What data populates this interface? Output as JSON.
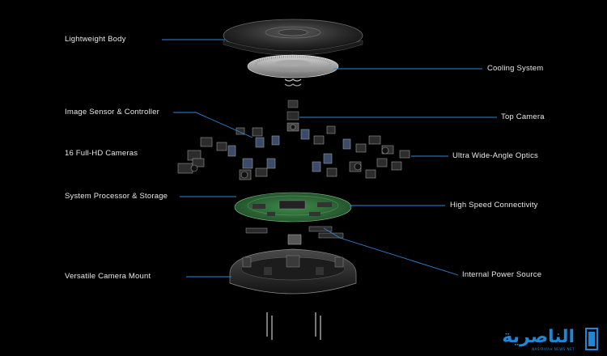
{
  "labels": {
    "left": [
      "Lightweight Body",
      "Image Sensor & Controller",
      "16 Full-HD Cameras",
      "System Processor & Storage",
      "Versatile Camera Mount"
    ],
    "right": [
      "Cooling System",
      "Top Camera",
      "Ultra Wide-Angle Optics",
      "High Speed Connectivity",
      "Internal Power Source"
    ]
  },
  "colors": {
    "background": "#000000",
    "leader_line": "#2f86d6",
    "pcb_green": "#2f6e3a",
    "watermark": "#1e88d8"
  },
  "watermark": {
    "text": "الناصرية",
    "subtitle": "NASIRIYAH NEWS NET"
  }
}
